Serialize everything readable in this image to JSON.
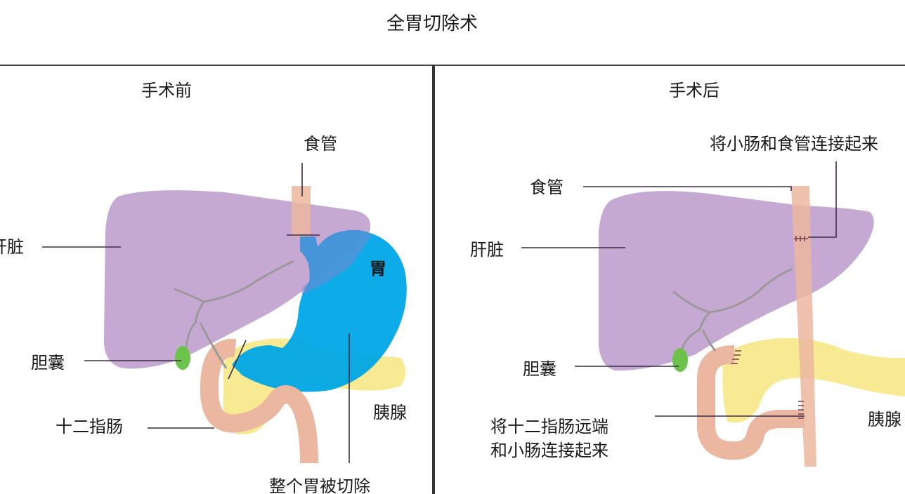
{
  "title": "全胃切除术",
  "before": {
    "heading": "手术前",
    "labels": {
      "esophagus": "食管",
      "liver": "肝脏",
      "stomach": "胃",
      "gallbladder": "胆囊",
      "duodenum": "十二指肠",
      "pancreas": "胰腺",
      "removed": "整个胃被切除"
    }
  },
  "after": {
    "heading": "手术后",
    "labels": {
      "connect_top": "将小肠和食管连接起来",
      "esophagus": "食管",
      "liver": "肝脏",
      "gallbladder": "胆囊",
      "connect_bottom_line1": "将十二指肠远端",
      "connect_bottom_line2": "和小肠连接起来",
      "pancreas": "胰腺"
    }
  },
  "colors": {
    "liver": "#c6a9d3",
    "stomach": "#00a7e6",
    "esophagus": "#ecb7a0",
    "pancreas": "#f8ea92",
    "gallbladder": "#6cc24a",
    "frame": "#333333"
  }
}
